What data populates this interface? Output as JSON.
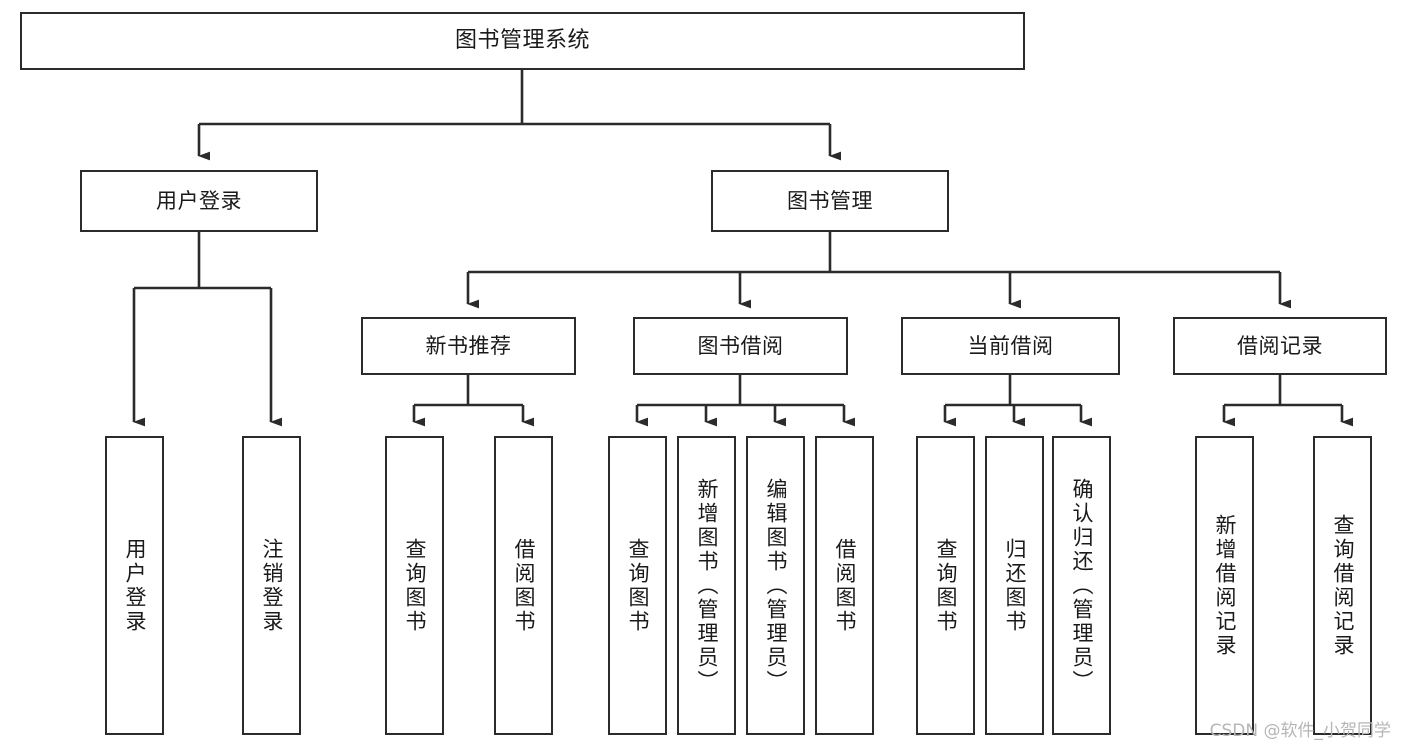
{
  "diagram": {
    "type": "tree-hierarchy",
    "title": "图书管理系统",
    "line_color": "#2b2b2b",
    "box_fill": "#ffffff",
    "text_color": "#1a1a1a"
  },
  "nodes": {
    "root": {
      "label": "图书管理系统"
    },
    "level1": [
      {
        "id": "user-login",
        "label": "用户登录"
      },
      {
        "id": "book-manage",
        "label": "图书管理"
      }
    ],
    "level2": [
      {
        "id": "new-book-rec",
        "label": "新书推荐"
      },
      {
        "id": "book-borrow",
        "label": "图书借阅"
      },
      {
        "id": "current-borrow",
        "label": "当前借阅"
      },
      {
        "id": "borrow-record",
        "label": "借阅记录"
      }
    ],
    "leaves": {
      "user_login": [
        {
          "id": "leaf-user-login",
          "label": "用户登录"
        },
        {
          "id": "leaf-logout",
          "label": "注销登录"
        }
      ],
      "new_book_rec": [
        {
          "id": "leaf-query-book-1",
          "label": "查询图书"
        },
        {
          "id": "leaf-borrow-book-1",
          "label": "借阅图书"
        }
      ],
      "book_borrow": [
        {
          "id": "leaf-query-book-2",
          "label": "查询图书"
        },
        {
          "id": "leaf-add-book",
          "label": "新增图书（管理员）"
        },
        {
          "id": "leaf-edit-book",
          "label": "编辑图书（管理员）"
        },
        {
          "id": "leaf-borrow-book-2",
          "label": "借阅图书"
        }
      ],
      "current_borrow": [
        {
          "id": "leaf-query-book-3",
          "label": "查询图书"
        },
        {
          "id": "leaf-return-book",
          "label": "归还图书"
        },
        {
          "id": "leaf-confirm-return",
          "label": "确认归还（管理员）"
        }
      ],
      "borrow_record": [
        {
          "id": "leaf-add-record",
          "label": "新增借阅记录"
        },
        {
          "id": "leaf-query-record",
          "label": "查询借阅记录"
        }
      ]
    }
  },
  "watermark": {
    "text": "CSDN @软件_小贺同学"
  }
}
